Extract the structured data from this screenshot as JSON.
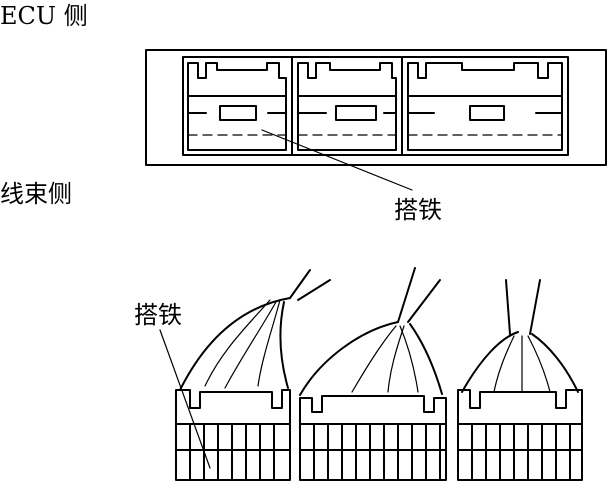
{
  "labels": {
    "ecu_side": "ECU 侧",
    "harness_side": "线束侧",
    "ground_top": "搭铁",
    "ground_bottom": "搭铁"
  }
}
